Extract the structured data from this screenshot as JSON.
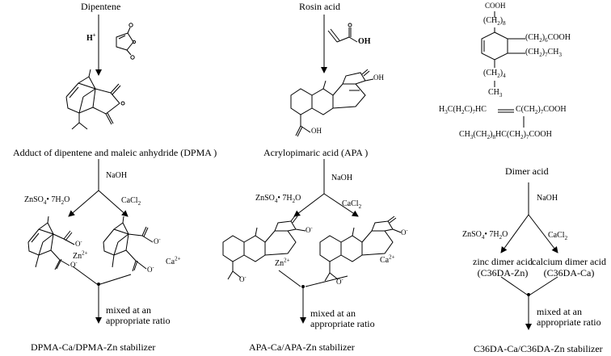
{
  "col1": {
    "start": "Dipentene",
    "catalyst": "H",
    "catalyst_sup": "+",
    "intermediate": "Adduct of dipentene and maleic anhydride (DPMA )",
    "base": "NaOH",
    "zn_reagent": "ZnSO",
    "zn_reagent_sub": "4",
    "zn_reagent_tail": "• 7H",
    "zn_reagent_sub2": "2",
    "zn_reagent_end": "O",
    "ca_reagent": "CaCl",
    "ca_reagent_sub": "2",
    "zn_ion": "Zn",
    "zn_ion_sup": "2+",
    "ca_ion": "Ca",
    "ca_ion_sup": "2+",
    "o_label": "O",
    "o_minus": "-",
    "mix_line1": "mixed at an",
    "mix_line2": "appropriate ratio",
    "product": "DPMA-Ca/DPMA-Zn stabilizer"
  },
  "col2": {
    "start": "Rosin acid",
    "oh": "OH",
    "intermediate": "Acrylopimaric acid (APA )",
    "oh_ring": "OH",
    "oh_bottom": "OH",
    "base": "NaOH",
    "zn_reagent": "ZnSO",
    "zn_reagent_sub": "4",
    "zn_reagent_tail": "• 7H",
    "zn_reagent_sub2": "2",
    "zn_reagent_end": "O",
    "ca_reagent": "CaCl",
    "ca_reagent_sub": "2",
    "zn_ion": "Zn",
    "zn_ion_sup": "2+",
    "ca_ion": "Ca",
    "ca_ion_sup": "2+",
    "o_label": "O",
    "o_minus": "-",
    "mix_line1": "mixed at an",
    "mix_line2": "appropriate ratio",
    "product": "APA-Ca/APA-Zn stabilizer"
  },
  "col3": {
    "cooh_top": "COOH",
    "chain_a": "(CH",
    "chain_a_sub": "2",
    "chain_a_end": ")",
    "chain_a_n": "8",
    "chain_b": "(CH",
    "chain_b_sub": "2",
    "chain_b_mid": ")",
    "chain_b_n": "6",
    "chain_b_end": "COOH",
    "chain_c": "(CH",
    "chain_c_sub": "2",
    "chain_c_mid": ")",
    "chain_c_n": "7",
    "chain_c_end": "CH",
    "chain_c_sub2": "3",
    "chain_d": "(CH",
    "chain_d_sub": "2",
    "chain_d_end": ")",
    "chain_d_n": "4",
    "chain_d_ch3": "CH",
    "chain_d_ch3_sub": "3",
    "linear_left": "H",
    "linear_left_sub": "3",
    "linear_left_mid": "C(H",
    "linear_left_sub2": "2",
    "linear_left_mid2": "C)",
    "linear_left_sub3": "7",
    "linear_left_end": "HC",
    "linear_right": "C(CH",
    "linear_right_sub": "2",
    "linear_right_mid": ")",
    "linear_right_sub2": "7",
    "linear_right_end": "COOH",
    "linear_bottom": "CH",
    "linear_bottom_sub": "3",
    "linear_bottom_mid": "(CH",
    "linear_bottom_sub2": "2",
    "linear_bottom_mid2": ")",
    "linear_bottom_sub3": "8",
    "linear_bottom_mid3": "HC(CH",
    "linear_bottom_sub4": "2",
    "linear_bottom_mid4": ")",
    "linear_bottom_sub5": "7",
    "linear_bottom_end": "COOH",
    "intermediate": "Dimer acid",
    "base": "NaOH",
    "zn_reagent": "ZnSO",
    "zn_reagent_sub": "4",
    "zn_reagent_tail": "• 7H",
    "zn_reagent_sub2": "2",
    "zn_reagent_end": "O",
    "ca_reagent": "CaCl",
    "ca_reagent_sub": "2",
    "zn_salt_line1": "zinc dimer acid",
    "zn_salt_line2": "(C36DA-Zn)",
    "ca_salt_line1": "calcium dimer acid",
    "ca_salt_line2": "(C36DA-Ca)",
    "mix_line1": "mixed at an",
    "mix_line2": "appropriate ratio",
    "product": "C36DA-Ca/C36DA-Zn stabilizer"
  }
}
